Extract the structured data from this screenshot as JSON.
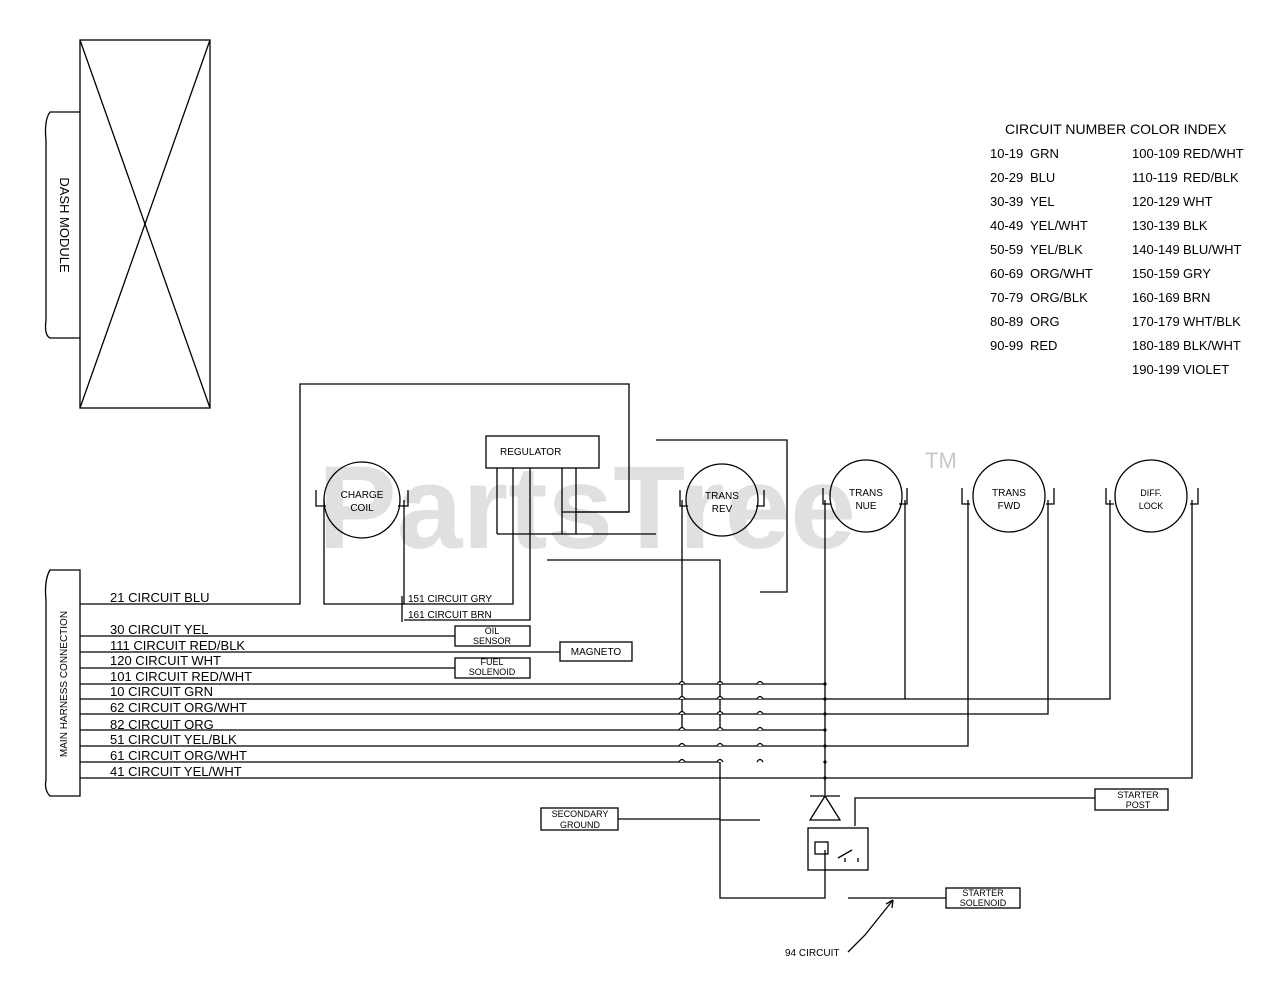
{
  "watermark": {
    "text": "PartsTree",
    "tm": "TM"
  },
  "dash_module": {
    "label": "DASH MODULE"
  },
  "harness": {
    "label": "MAIN HARNESS CONNECTION"
  },
  "index": {
    "title": "CIRCUIT NUMBER COLOR INDEX",
    "left": [
      {
        "range": "10-19",
        "color": "GRN"
      },
      {
        "range": "20-29",
        "color": "BLU"
      },
      {
        "range": "30-39",
        "color": "YEL"
      },
      {
        "range": "40-49",
        "color": "YEL/WHT"
      },
      {
        "range": "50-59",
        "color": "YEL/BLK"
      },
      {
        "range": "60-69",
        "color": "ORG/WHT"
      },
      {
        "range": "70-79",
        "color": "ORG/BLK"
      },
      {
        "range": "80-89",
        "color": "ORG"
      },
      {
        "range": "90-99",
        "color": "RED"
      }
    ],
    "right": [
      {
        "range": "100-109",
        "color": "RED/WHT"
      },
      {
        "range": "110-119",
        "color": "RED/BLK"
      },
      {
        "range": "120-129",
        "color": "WHT"
      },
      {
        "range": "130-139",
        "color": "BLK"
      },
      {
        "range": "140-149",
        "color": "BLU/WHT"
      },
      {
        "range": "150-159",
        "color": "GRY"
      },
      {
        "range": "160-169",
        "color": "BRN"
      },
      {
        "range": "170-179",
        "color": "WHT/BLK"
      },
      {
        "range": "180-189",
        "color": "BLK/WHT"
      },
      {
        "range": "190-199",
        "color": "VIOLET"
      }
    ]
  },
  "circuits": [
    "21 CIRCUIT BLU",
    "30 CIRCUIT YEL",
    "111 CIRCUIT RED/BLK",
    "120 CIRCUIT WHT",
    "101 CIRCUIT RED/WHT",
    "10 CIRCUIT GRN",
    "62 CIRCUIT ORG/WHT",
    "82 CIRCUIT ORG",
    "51 CIRCUIT YEL/BLK",
    "61 CIRCUIT ORG/WHT",
    "41 CIRCUIT YEL/WHT"
  ],
  "components": {
    "regulator": "REGULATOR",
    "charge_coil": [
      "CHARGE",
      "COIL"
    ],
    "trans_rev": [
      "TRANS",
      "REV"
    ],
    "trans_nue": [
      "TRANS",
      "NUE"
    ],
    "trans_fwd": [
      "TRANS",
      "FWD"
    ],
    "diff_lock": [
      "DIFF.",
      "LOCK"
    ],
    "circuit_151": "151 CIRCUIT GRY",
    "circuit_161": "161 CIRCUIT BRN",
    "oil_sensor": [
      "OIL",
      "SENSOR"
    ],
    "magneto": "MAGNETO",
    "fuel_solenoid": [
      "FUEL",
      "SOLENOID"
    ],
    "secondary_ground": [
      "SECONDARY",
      "GROUND"
    ],
    "starter_post": [
      "STARTER",
      "POST"
    ],
    "starter_solenoid": [
      "STARTER",
      "SOLENOID"
    ],
    "circuit_94": "94 CIRCUIT"
  }
}
